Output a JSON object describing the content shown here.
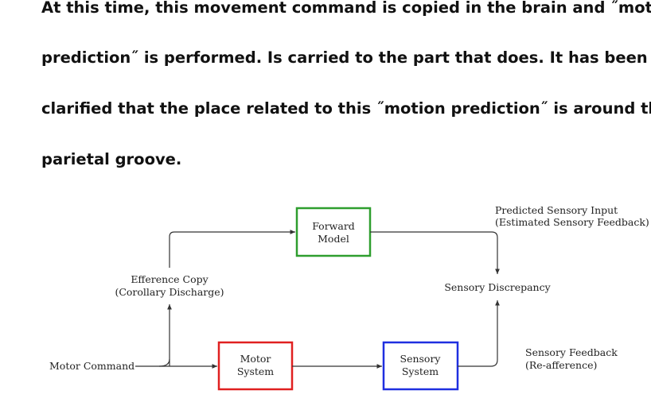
{
  "paragraph": {
    "lines": [
      "At this time, this movement command is copied in the brain and ˝motion",
      "prediction˝ is performed. Is carried to the part that does. It has been",
      "clarified that the place related to this ˝motion prediction˝ is around the",
      "parietal groove."
    ]
  },
  "diagram": {
    "forward_model": {
      "line1": "Forward",
      "line2": "Model",
      "color": "#2e9e2e"
    },
    "motor_system": {
      "line1": "Motor",
      "line2": "System",
      "color": "#e02020"
    },
    "sensory_system": {
      "line1": "Sensory",
      "line2": "System",
      "color": "#1f2fe0"
    },
    "motor_command": "Motor Command",
    "efference_copy": {
      "line1": "Efference Copy",
      "line2": "(Corollary Discharge)"
    },
    "predicted_sensory_input": {
      "line1": "Predicted Sensory Input",
      "line2": "(Estimated Sensory Feedback)"
    },
    "sensory_discrepancy": "Sensory Discrepancy",
    "sensory_feedback": {
      "line1": "Sensory Feedback",
      "line2": "(Re-afference)"
    }
  }
}
